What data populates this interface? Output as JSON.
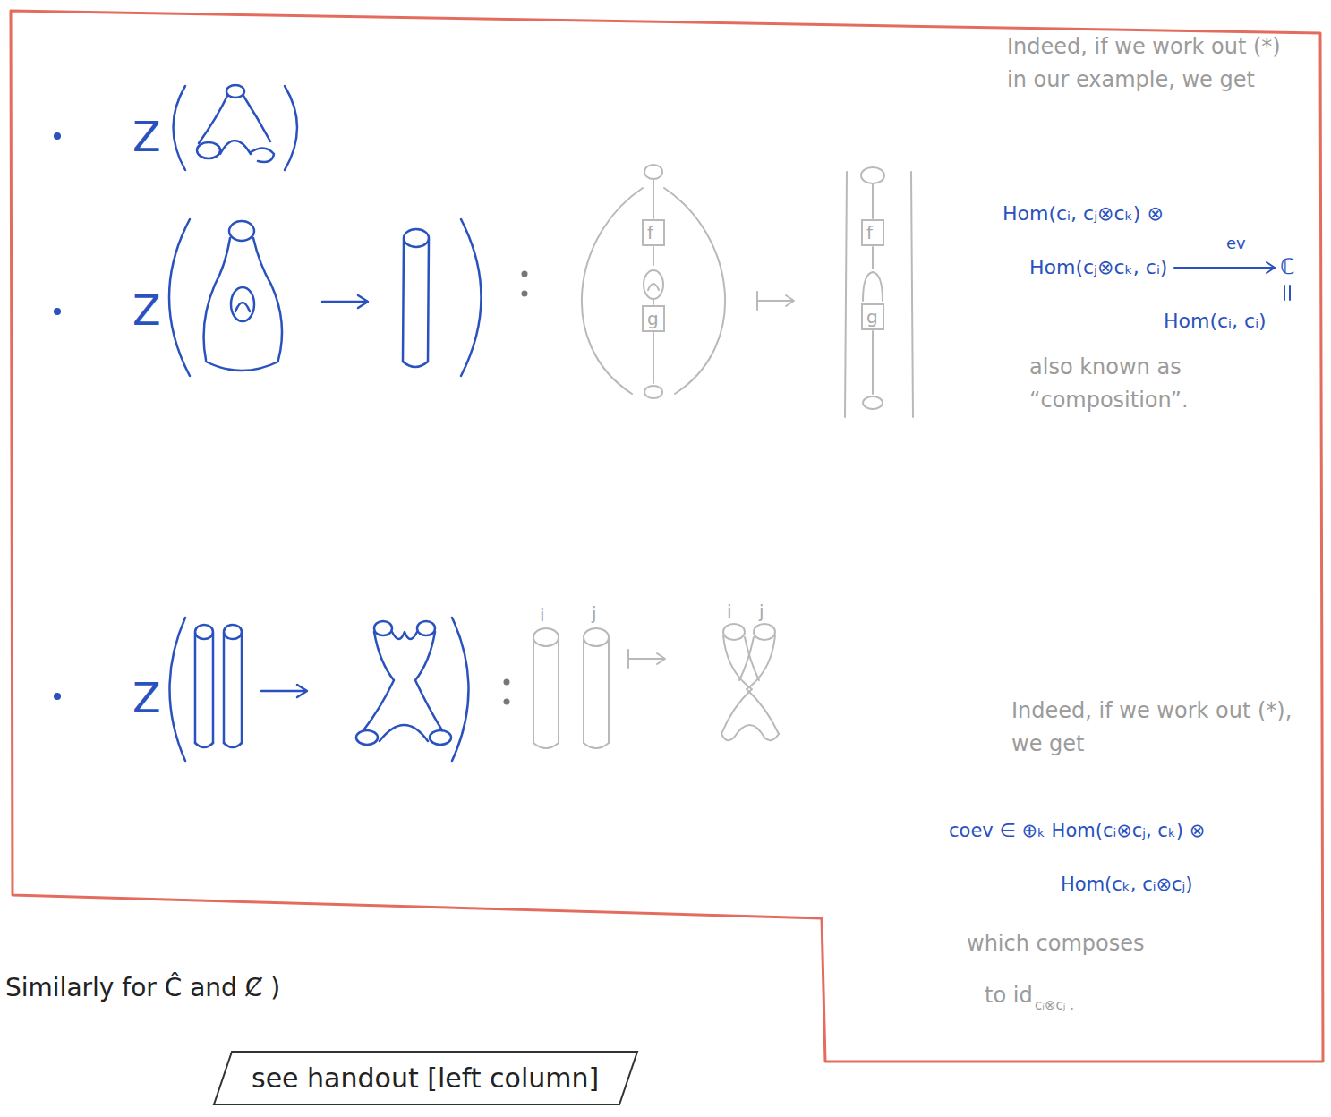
{
  "diagram": {
    "nodes": [
      {
        "text": [
          "f"
        ]
      },
      {
        "text": [
          "g"
        ]
      },
      {
        "text": [
          "f"
        ]
      },
      {
        "text": [
          "g"
        ]
      },
      {
        "text": [
          "see handout [left column]"
        ]
      }
    ],
    "labels": [
      "Z",
      "Z",
      "Z",
      "Indeed, if we work out (*) in our example, we get",
      "Hom(cᵢ, cⱼ⊗cₖ) ⊗",
      "Hom(cⱼ⊗cₖ, cᵢ)",
      "ev",
      "ℂ",
      "Hom(cᵢ, cᵢ)",
      "also known as “composition”.",
      "i",
      "j",
      "i",
      "j",
      "Indeed, if we work out (*), we get",
      "coev ∈ ⊕ₖ Hom(cᵢ⊗cⱼ, cₖ) ⊗",
      "Hom(cₖ, cᵢ⊗cⱼ)",
      "which composes",
      "to id",
      "cᵢ⊗cⱼ .",
      "Similarly for Ĉ and Ȼ )"
    ]
  }
}
